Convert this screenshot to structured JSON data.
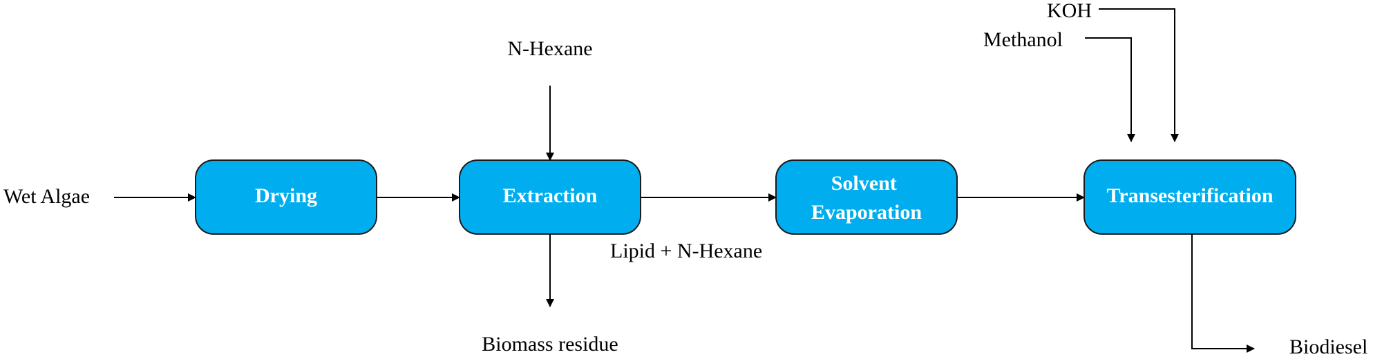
{
  "colors": {
    "box_fill": "#00aeef",
    "box_stroke": "#1a1a1a",
    "box_text": "#ffffff",
    "line": "#000000"
  },
  "boxes": {
    "drying": "Drying",
    "extraction": "Extraction",
    "solvent_evaporation": [
      "Solvent",
      "Evaporation"
    ],
    "transesterification": "Transesterification"
  },
  "labels": {
    "wet_algae": "Wet Algae",
    "n_hexane": "N-Hexane",
    "lipid_n_hexane": "Lipid + N-Hexane",
    "biomass_residue": "Biomass residue",
    "koh": "KOH",
    "methanol": "Methanol",
    "biodiesel": "Biodiesel"
  }
}
